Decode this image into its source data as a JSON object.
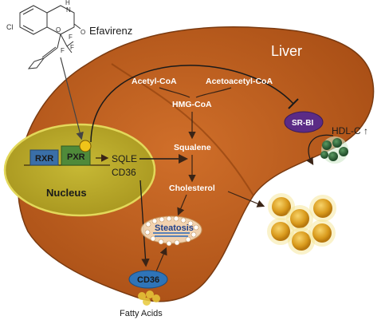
{
  "diagram": {
    "drug_label": "Efavirenz",
    "organ_label": "Liver",
    "nucleus_label": "Nucleus",
    "rxr_label": "RXR",
    "pxr_label": "PXR",
    "sqle_label": "SQLE",
    "cd36_gene_label": "CD36",
    "pathway": {
      "acetyl_coa": "Acetyl-CoA",
      "acetoacetyl_coa": "Acetoacetyl-CoA",
      "hmg_coa": "HMG-CoA",
      "squalene": "Squalene",
      "cholesterol": "Cholesterol"
    },
    "receptor_label": "SR-BI",
    "hdl_label": "HDL-C ↑",
    "steatosis_label": "Steatosis",
    "cd36_protein_label": "CD36",
    "fatty_acids_label": "Fatty Acids",
    "molecule_atoms": {
      "chlorine": "Cl",
      "nitrogen_h": "H\nN",
      "oxygen": "O",
      "oxygen2": "O",
      "fluorine": "F"
    }
  },
  "colors": {
    "liver_fill": "#c4621e",
    "liver_dark": "#8a3d0c",
    "nucleus_fill": "#b8a82a",
    "rxr_fill": "#3a6fa8",
    "pxr_fill": "#4f8a3a",
    "receptor_fill": "#5b2b86",
    "cd36_fill": "#2f74b8",
    "lipid_fill": "#e3b02a",
    "hdl_fill": "#2f6a3a"
  }
}
